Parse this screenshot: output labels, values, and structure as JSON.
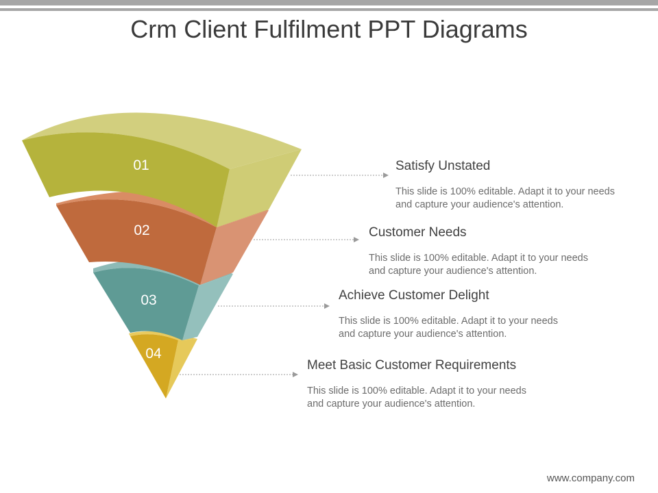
{
  "title": "Crm Client Fulfilment PPT Diagrams",
  "footer": "www.company.com",
  "colors": {
    "level1_front": "#b5b33c",
    "level1_top": "#d2cf7e",
    "level1_side": "#cfcc75",
    "level2_front": "#bf6a3d",
    "level2_top": "#d98c64",
    "level2_side": "#d99373",
    "level3_front": "#5f9b95",
    "level3_top": "#8dbab6",
    "level3_side": "#94c0bc",
    "level4_front": "#d4a822",
    "level4_top": "#e9ca5e",
    "level4_side": "#e6c95a",
    "connector": "#9a9a9a"
  },
  "levels": [
    {
      "number": "01",
      "heading": "Satisfy Unstated",
      "description": "This slide is 100% editable. Adapt it to your needs and capture your audience's attention."
    },
    {
      "number": "02",
      "heading": "Customer Needs",
      "description": "This slide is 100% editable. Adapt it to your needs and capture your audience's attention."
    },
    {
      "number": "03",
      "heading": "Achieve Customer Delight",
      "description": "This slide is 100% editable. Adapt it to your needs and capture your audience's attention."
    },
    {
      "number": "04",
      "heading": "Meet Basic Customer Requirements",
      "description": "This slide is 100% editable. Adapt it to your needs and capture your audience's attention."
    }
  ]
}
